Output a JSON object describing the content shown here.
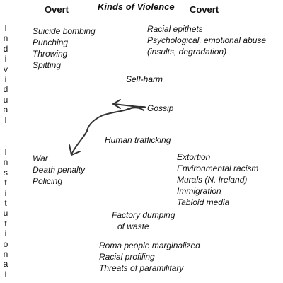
{
  "title": "Kinds of Violence",
  "columns": {
    "overt": "Overt",
    "covert": "Covert"
  },
  "rows": {
    "individual": "I\nn\nd\ni\nv\ni\nd\nu\na\nl",
    "institutional": "I\nn\ns\nt\ni\nt\nu\nt\ni\no\nn\na\nl"
  },
  "items": {
    "overt_individual": [
      "Suicide bombing",
      "Punching",
      "Throwing",
      "Spitting"
    ],
    "covert_individual": [
      "Racial epithets",
      "Psychological, emotional abuse",
      "(insults, degradation)"
    ],
    "self_harm": "Self-harm",
    "gossip": "Gossip",
    "human_trafficking": "Human trafficking",
    "overt_institutional": [
      "War",
      "Death penalty",
      "Policing"
    ],
    "covert_institutional": [
      "Extortion",
      "Environmental racism",
      "Murals (N. Ireland)",
      "Immigration",
      "Tabloid media"
    ],
    "factory": [
      "Factory dumping",
      "of waste"
    ],
    "bottom": [
      "Roma people marginalized",
      "Racial profiling",
      "Threats of paramilitary"
    ]
  }
}
